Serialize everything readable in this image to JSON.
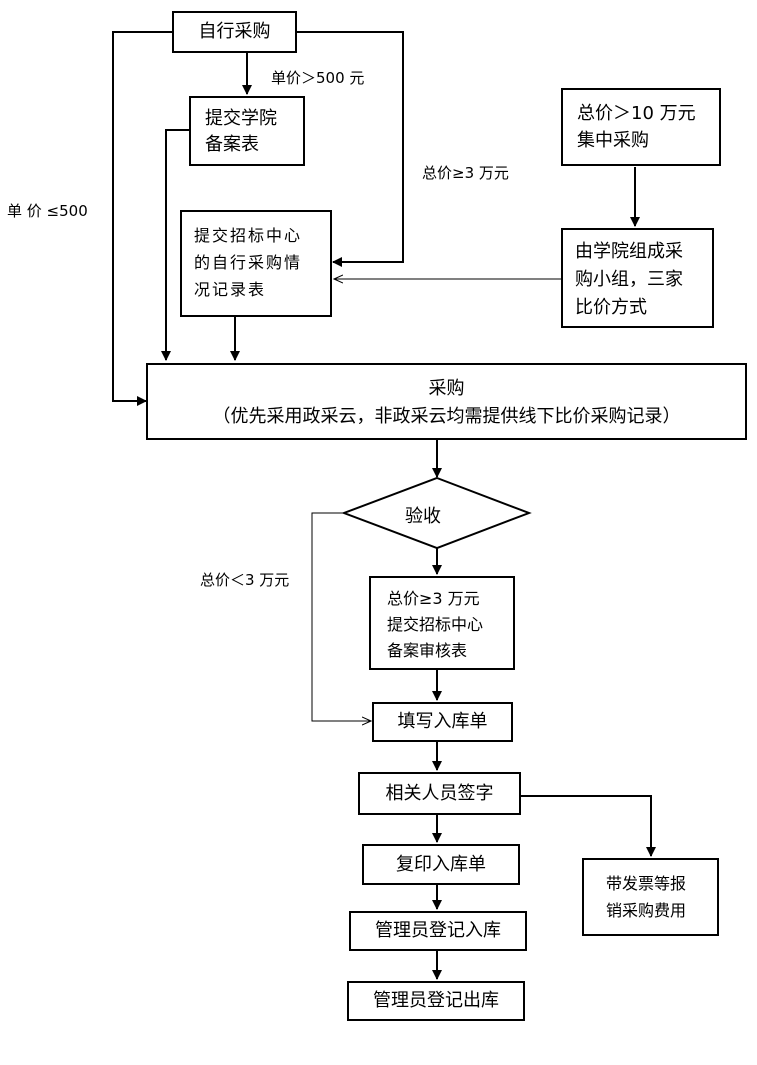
{
  "nodes": {
    "self_purchase": "自行采购",
    "submit_college_form": "提交学院\n备案表",
    "submit_bidding_record": "提交招标中心\n的自行采购情\n况记录表",
    "central_purchase": "总价＞10 万元\n集中采购",
    "college_group": "由学院组成采\n购小组，三家\n比价方式",
    "purchase_title": "采购",
    "purchase_note": "（优先采用政采云，非政采云均需提供线下比价采购记录）",
    "acceptance": "验收",
    "submit_review_form": "总价≥3 万元\n提交招标中心\n备案审核表",
    "fill_warehouse_form": "填写入库单",
    "staff_sign": "相关人员签字",
    "invoice_reimburse": "带发票等报\n销采购费用",
    "copy_warehouse_form": "复印入库单",
    "admin_register_in": "管理员登记入库",
    "admin_register_out": "管理员登记出库"
  },
  "edge_labels": {
    "unit_price_gt_500": "单价＞500 元",
    "total_price_ge_3w": "总价≥3 万元",
    "unit_price_le_500": "单 价 ≤500",
    "total_price_lt_3w": "总价＜3 万元"
  }
}
